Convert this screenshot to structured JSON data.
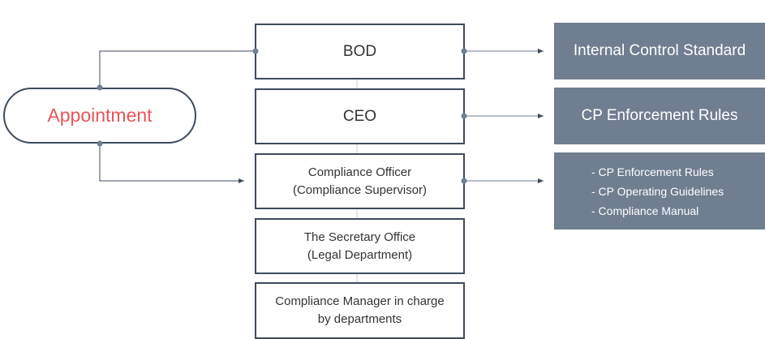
{
  "appointment": "Appointment",
  "org": {
    "bod": "BOD",
    "ceo": "CEO",
    "officer": [
      "Compliance Officer",
      "(Compliance Supervisor)"
    ],
    "secretary": [
      "The Secretary Office",
      "(Legal Department)"
    ],
    "manager": [
      "Compliance Manager in charge",
      "by departments"
    ]
  },
  "documents": {
    "internal_control": "Internal Control Standard",
    "cp_rules": "CP Enforcement Rules",
    "list": [
      "- CP Enforcement Rules",
      "- CP Operating Guidelines",
      "- Compliance Manual"
    ]
  },
  "colors": {
    "line": "#3d4b5c",
    "accent": "#e8555a",
    "panel": "#6f7e91"
  }
}
